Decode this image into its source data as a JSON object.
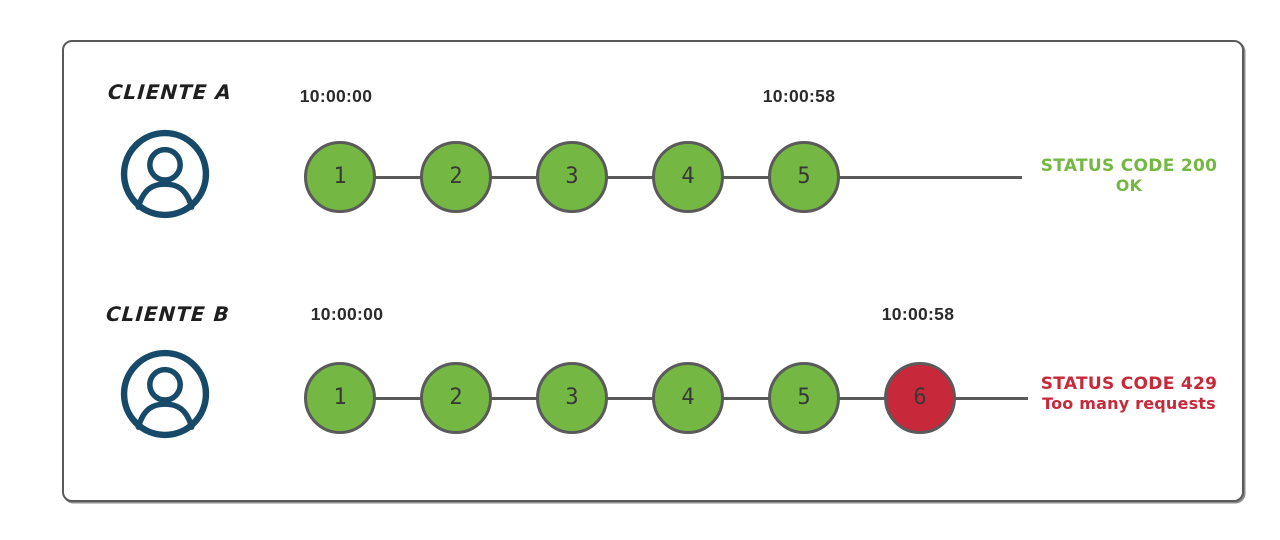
{
  "colors": {
    "ok": "#74b843",
    "error": "#c8293a",
    "node_border": "#5a5a5a",
    "node_number_text": "#383838",
    "line": "#5a5a5a",
    "frame_border": "#5a5a5a",
    "icon": "#164a68",
    "client_label_text": "#1f1f1f",
    "timestamp_text": "#2b2b2b"
  },
  "rows": [
    {
      "client": "CLIENTE A",
      "start_time": "10:00:00",
      "end_time": "10:00:58",
      "requests": [
        {
          "label": "1",
          "status": "ok"
        },
        {
          "label": "2",
          "status": "ok"
        },
        {
          "label": "3",
          "status": "ok"
        },
        {
          "label": "4",
          "status": "ok"
        },
        {
          "label": "5",
          "status": "ok"
        }
      ],
      "status_code_text": "STATUS CODE 200",
      "status_message": "OK",
      "status_color": "#74b843"
    },
    {
      "client": "CLIENTE B",
      "start_time": "10:00:00",
      "end_time": "10:00:58",
      "requests": [
        {
          "label": "1",
          "status": "ok"
        },
        {
          "label": "2",
          "status": "ok"
        },
        {
          "label": "3",
          "status": "ok"
        },
        {
          "label": "4",
          "status": "ok"
        },
        {
          "label": "5",
          "status": "ok"
        },
        {
          "label": "6",
          "status": "error"
        }
      ],
      "status_code_text": "STATUS CODE 429",
      "status_message": "Too many requests",
      "status_color": "#c8293a"
    }
  ]
}
